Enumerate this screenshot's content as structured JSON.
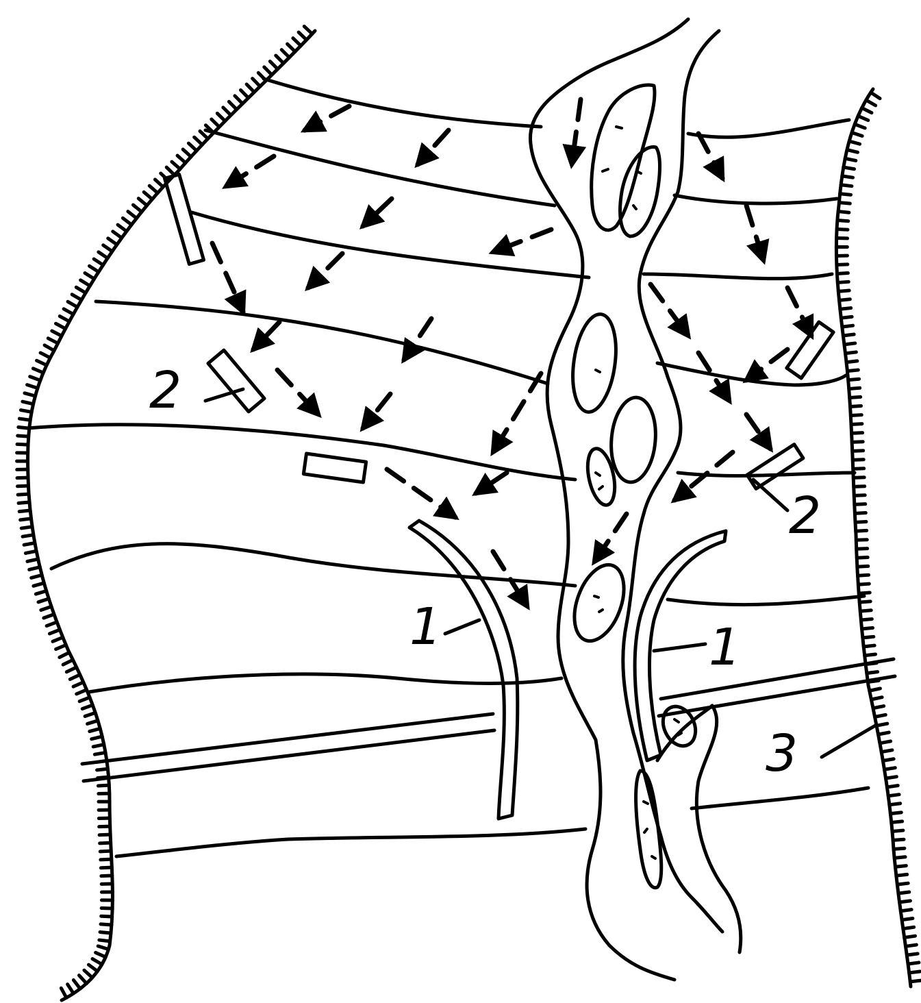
{
  "labels": {
    "one_left": "1",
    "one_right": "1",
    "two_left": "2",
    "two_right": "2",
    "three": "3"
  },
  "colors": {
    "ink": "#000000",
    "paper": "#ffffff"
  }
}
